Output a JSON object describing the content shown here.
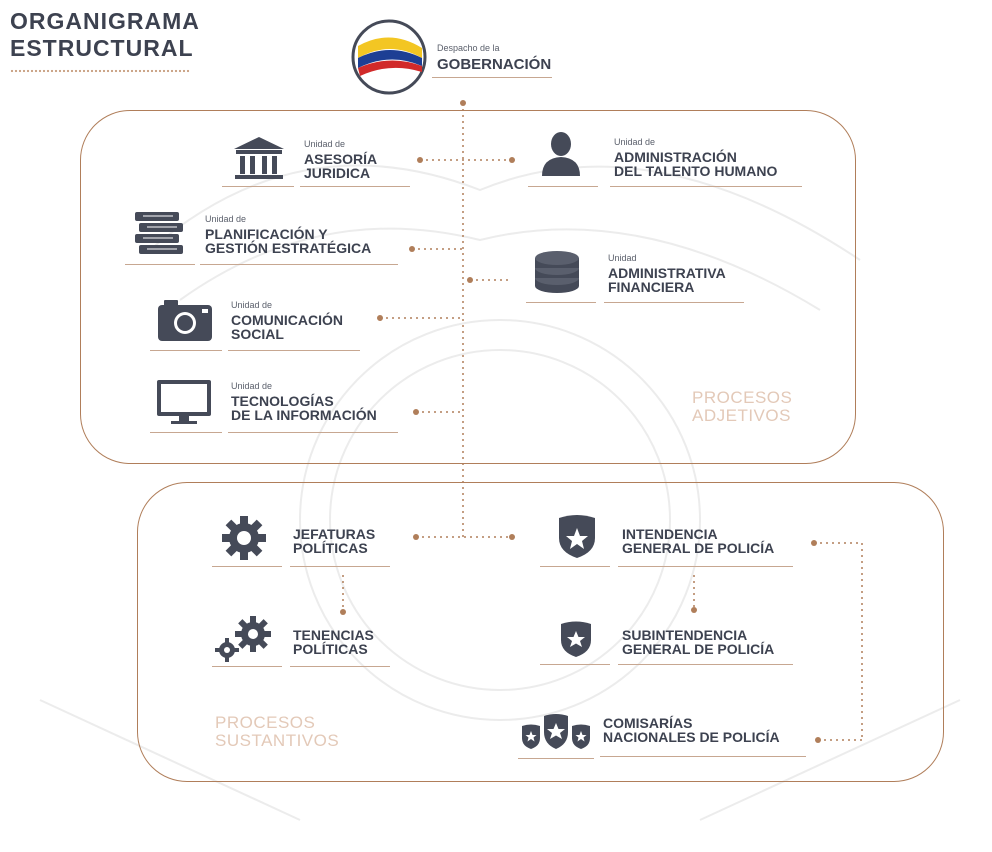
{
  "header": {
    "title_line1": "ORGANIGRAMA",
    "title_line2": "ESTRUCTURAL"
  },
  "despacho": {
    "small": "Despacho de la",
    "name": "GOBERNACIÓN"
  },
  "adjetivos": {
    "label_line1": "PROCESOS",
    "label_line2": "ADJETIVOS",
    "units": [
      {
        "small": "Unidad de",
        "line1": "ASESORÍA",
        "line2": "JURIDICA",
        "icon": "courthouse-icon"
      },
      {
        "small": "Unidad de",
        "line1": "ADMINISTRACIÓN",
        "line2": "DEL TALENTO HUMANO",
        "icon": "person-icon"
      },
      {
        "small": "Unidad de",
        "line1": "PLANIFICACIÓN Y",
        "line2": "GESTIÓN ESTRATÉGICA",
        "icon": "books-icon"
      },
      {
        "small": "Unidad",
        "line1": "ADMINISTRATIVA",
        "line2": "FINANCIERA",
        "icon": "coins-icon"
      },
      {
        "small": "Unidad de",
        "line1": "COMUNICACIÓN",
        "line2": "SOCIAL",
        "icon": "camera-icon"
      },
      {
        "small": "Unidad de",
        "line1": "TECNOLOGÍAS",
        "line2": "DE LA INFORMACIÓN",
        "icon": "monitor-icon"
      }
    ]
  },
  "sustantivos": {
    "label_line1": "PROCESOS",
    "label_line2": "SUSTANTIVOS",
    "units": [
      {
        "line1": "JEFATURAS",
        "line2": "POLÍTICAS",
        "icon": "gear-icon"
      },
      {
        "line1": "INTENDENCIA",
        "line2": "GENERAL DE POLICÍA",
        "icon": "police-badge-icon"
      },
      {
        "line1": "TENENCIAS",
        "line2": "POLÍTICAS",
        "icon": "gears-icon"
      },
      {
        "line1": "SUBINTENDENCIA",
        "line2": "GENERAL DE POLICÍA",
        "icon": "police-badge-small-icon"
      },
      {
        "line1": "COMISARÍAS",
        "line2": "NACIONALES DE POLICÍA",
        "icon": "police-badges-icon"
      }
    ]
  },
  "colors": {
    "accent": "#b07e5a",
    "text": "#3d4250",
    "icon": "#454a58",
    "process_label": "#e3c9b8"
  }
}
